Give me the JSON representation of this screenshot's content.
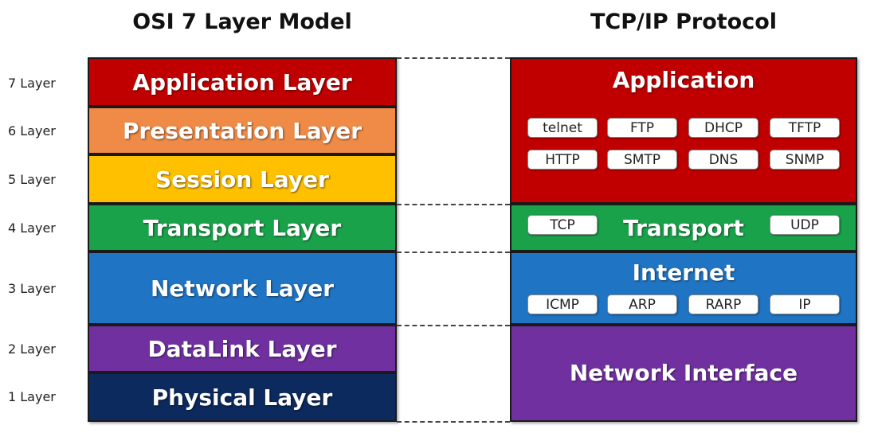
{
  "titles": {
    "osi": "OSI 7 Layer Model",
    "tcpip": "TCP/IP Protocol"
  },
  "levels": [
    "7 Layer",
    "6 Layer",
    "5 Layer",
    "4 Layer",
    "3 Layer",
    "2 Layer",
    "1 Layer"
  ],
  "osi_layers": [
    {
      "label": "Application Layer",
      "color": "#c00000"
    },
    {
      "label": "Presentation Layer",
      "color": "#ef8a47"
    },
    {
      "label": "Session Layer",
      "color": "#ffc000"
    },
    {
      "label": "Transport Layer",
      "color": "#19a24a"
    },
    {
      "label": "Network Layer",
      "color": "#1f74c4"
    },
    {
      "label": "DataLink Layer",
      "color": "#7030a0"
    },
    {
      "label": "Physical Layer",
      "color": "#0c2a5e"
    }
  ],
  "tcpip_layers": {
    "application": {
      "label": "Application",
      "color": "#c00000",
      "protocols": [
        "telnet",
        "FTP",
        "DHCP",
        "TFTP",
        "HTTP",
        "SMTP",
        "DNS",
        "SNMP"
      ]
    },
    "transport": {
      "label": "Transport",
      "color": "#19a24a",
      "protocols": [
        "TCP",
        "UDP"
      ]
    },
    "internet": {
      "label": "Internet",
      "color": "#1f74c4",
      "protocols": [
        "ICMP",
        "ARP",
        "RARP",
        "IP"
      ]
    },
    "network_interface": {
      "label": "Network Interface",
      "color": "#7030a0"
    }
  }
}
